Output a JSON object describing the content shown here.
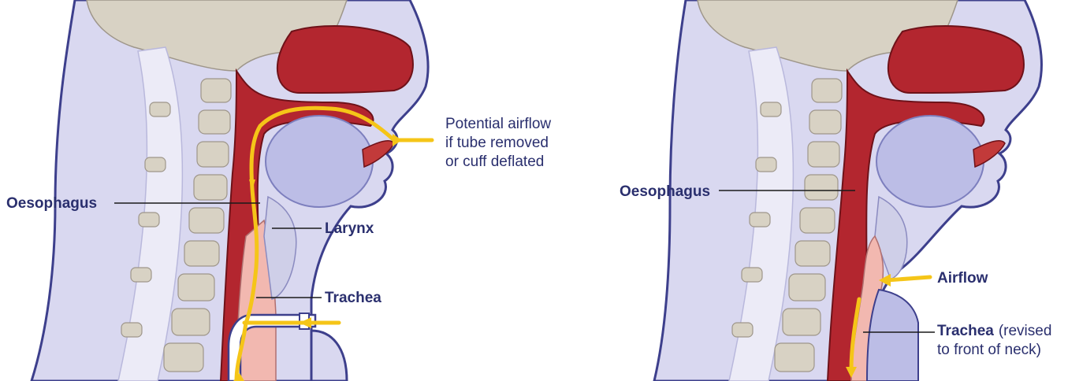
{
  "left_panel": {
    "airflow_note": {
      "line1": "Potential airflow",
      "line2": "if tube removed",
      "line3": "or cuff deflated"
    },
    "oesophagus": "Oesophagus",
    "larynx": "Larynx",
    "trachea": "Trachea"
  },
  "right_panel": {
    "oesophagus": "Oesophagus",
    "airflow": "Airflow",
    "trachea_bold": "Trachea",
    "trachea_note_a": "(revised",
    "trachea_note_b": "to front of neck)"
  },
  "colors": {
    "skin": "#d9d8f0",
    "skin_outline": "#3d3f8c",
    "bone": "#d8d2c4",
    "muscle": "#b3262f",
    "muscle_light": "#d65a50",
    "tongue": "#bcbde6",
    "trachea_pink": "#f2b8b0",
    "arrow": "#f5c518",
    "label": "#2a2f6e"
  }
}
